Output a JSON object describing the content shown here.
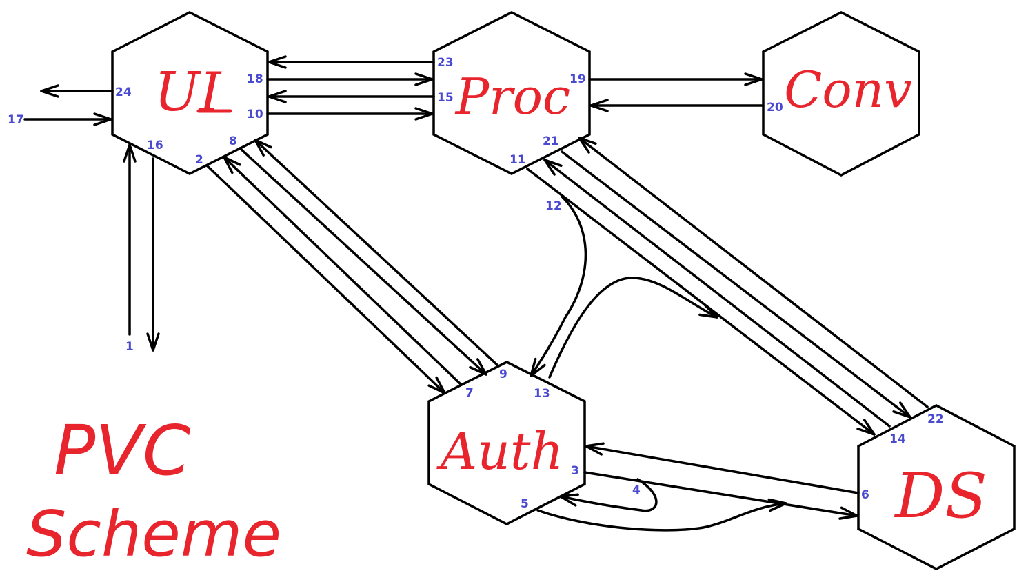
{
  "colors": {
    "label": "#e8242c",
    "number": "#4a4ad0",
    "line": "#000000"
  },
  "title": {
    "line1": "PVC",
    "line2": "Scheme"
  },
  "nodes": {
    "ui": "UI",
    "proc": "Proc",
    "conv": "Conv",
    "auth": "Auth",
    "ds": "DS"
  },
  "edge_numbers": {
    "n1": "1",
    "n2": "2",
    "n3": "3",
    "n4": "4",
    "n5": "5",
    "n6": "6",
    "n7": "7",
    "n8": "8",
    "n9": "9",
    "n10": "10",
    "n11": "11",
    "n12": "12",
    "n13": "13",
    "n14": "14",
    "n15": "15",
    "n16": "16",
    "n17": "17",
    "n18": "18",
    "n19": "19",
    "n20": "20",
    "n21": "21",
    "n22": "22",
    "n23": "23",
    "n24": "24"
  }
}
